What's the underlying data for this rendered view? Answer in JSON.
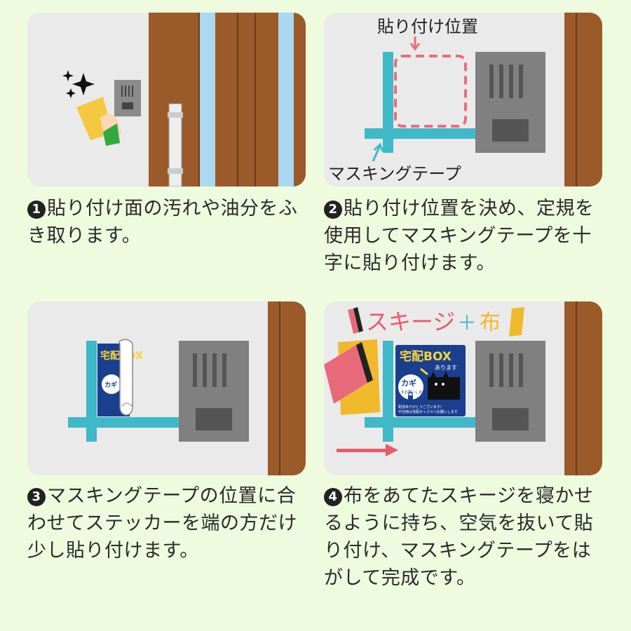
{
  "steps": [
    {
      "num": "1",
      "text": "貼り付け面の汚れや油分をふき取ります。"
    },
    {
      "num": "2",
      "text": "貼り付け位置を決め、定規を使用してマスキングテープを十字に貼り付けます。"
    },
    {
      "num": "3",
      "text": "マスキングテープの位置に合わせてステッカーを端の方だけ少し貼り付けます。"
    },
    {
      "num": "4",
      "text": "布をあてたスキージを寝かせるように持ち、空気を抜いて貼り付け、マスキングテープをはがして完成です。"
    }
  ],
  "panel2": {
    "position_label": "貼り付け位置",
    "tape_label": "マスキングテープ"
  },
  "panel4": {
    "squeegee_label": "スキージ",
    "plus": "＋",
    "cloth_label": "布"
  },
  "sticker": {
    "title": "宅配BOX",
    "subtitle": "あります",
    "key_label": "カギ",
    "key_sub": "をお願いします",
    "footer_line1": "配達ありがとうございます!",
    "footer_line2": "不在時は宅配ボックスへお願いします"
  },
  "colors": {
    "background": "#eefbdf",
    "panel": "#eaeaea",
    "door": "#9b5a2a",
    "door_stripe": "#a9d8f0",
    "tape": "#3fb9c8",
    "intercom": "#808080",
    "dashed_guide": "#e86f7b",
    "arrow": "#e85a6e",
    "sticker_blue": "#1a3f8f",
    "sticker_yellow": "#f5d43a",
    "cloth": "#f0b92c",
    "squeegee_pink": "#e86a7a"
  },
  "icons": [
    "sparkle-icon",
    "hand-icon",
    "cloth-icon",
    "cat-icon",
    "lock-icon",
    "arrow-right-icon",
    "squeegee-icon"
  ]
}
